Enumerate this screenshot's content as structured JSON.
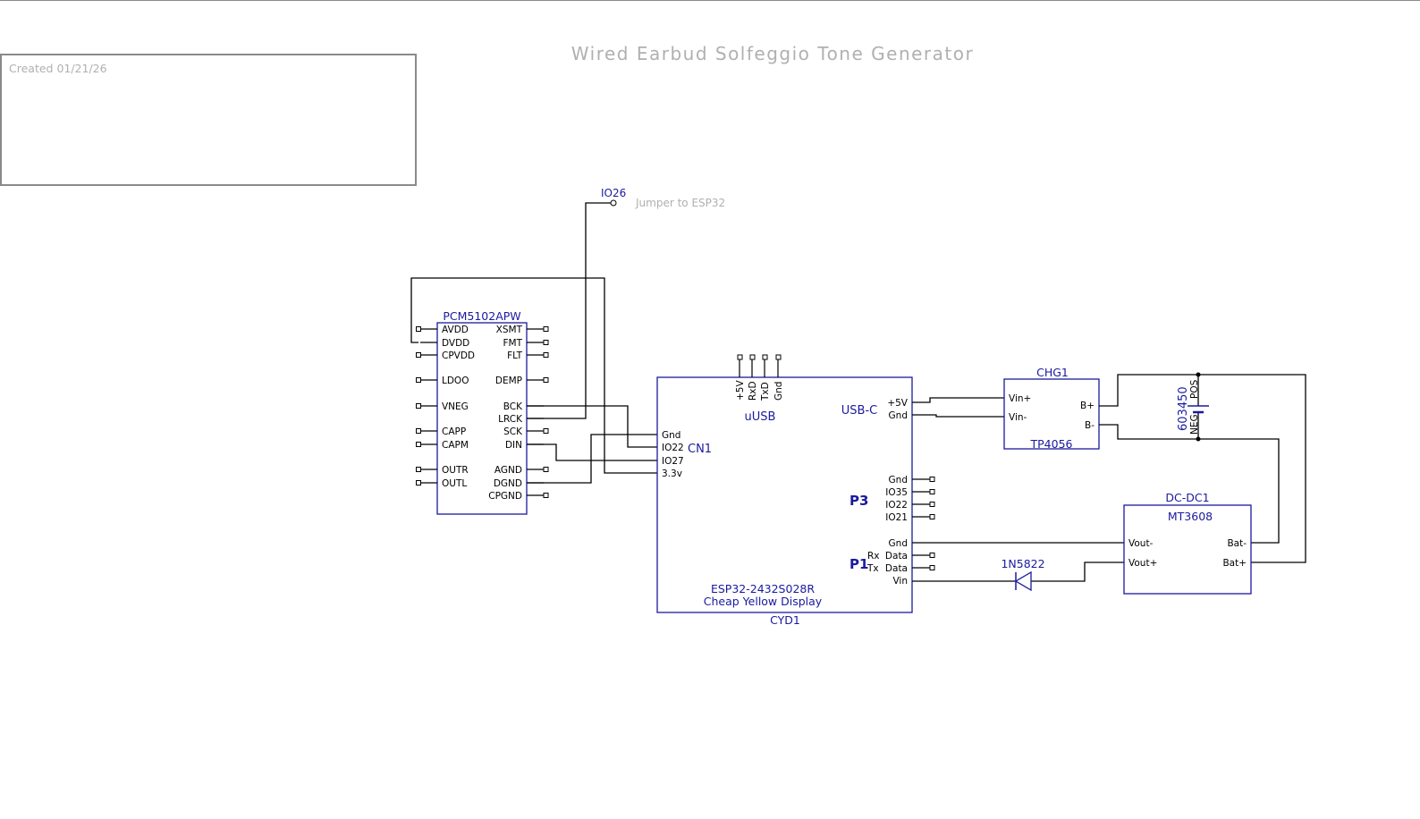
{
  "title": "Wired Earbud Solfeggio Tone Generator",
  "title_block": {
    "created": "Created 01/21/26"
  },
  "net_label": {
    "name": "IO26",
    "note": "Jumper to ESP32"
  },
  "pcm": {
    "ref": "PCM5102APW",
    "left_pins": [
      "AVDD",
      "DVDD",
      "CPVDD",
      "LDOO",
      "VNEG",
      "CAPP",
      "CAPM",
      "OUTR",
      "OUTL"
    ],
    "right_pins": [
      "XSMT",
      "FMT",
      "FLT",
      "DEMP",
      "BCK",
      "LRCK",
      "SCK",
      "DIN",
      "AGND",
      "DGND",
      "CPGND"
    ]
  },
  "cyd": {
    "ref": "CYD1",
    "part": "ESP32-2432S028R",
    "desc": "Cheap Yellow Display",
    "cn1": {
      "label": "CN1",
      "pins": [
        "Gnd",
        "IO22",
        "IO27",
        "3.3v"
      ]
    },
    "usb": {
      "label": "uUSB",
      "pins": [
        "+5V",
        "RxD",
        "TxD",
        "Gnd"
      ]
    },
    "usbc": {
      "label": "USB-C",
      "pins": [
        "+5V",
        "Gnd"
      ]
    },
    "p3": {
      "label": "P3",
      "pins": [
        "Gnd",
        "IO35",
        "IO22",
        "IO21"
      ]
    },
    "p1": {
      "label": "P1",
      "pins": [
        "Gnd",
        "Data",
        "Data",
        "Vin"
      ],
      "prefixes": [
        "Rx",
        "Tx"
      ]
    }
  },
  "chg": {
    "ref": "CHG1",
    "part": "TP4056",
    "left_pins": [
      "Vin+",
      "Vin-"
    ],
    "right_pins": [
      "B+",
      "B-"
    ]
  },
  "battery": {
    "part": "603450",
    "pos": "POS",
    "neg": "NEG"
  },
  "dcdc": {
    "ref": "DC-DC1",
    "part": "MT3608",
    "left_pins": [
      "Vout-",
      "Vout+"
    ],
    "right_pins": [
      "Bat-",
      "Bat+"
    ]
  },
  "diode": {
    "part": "1N5822"
  }
}
